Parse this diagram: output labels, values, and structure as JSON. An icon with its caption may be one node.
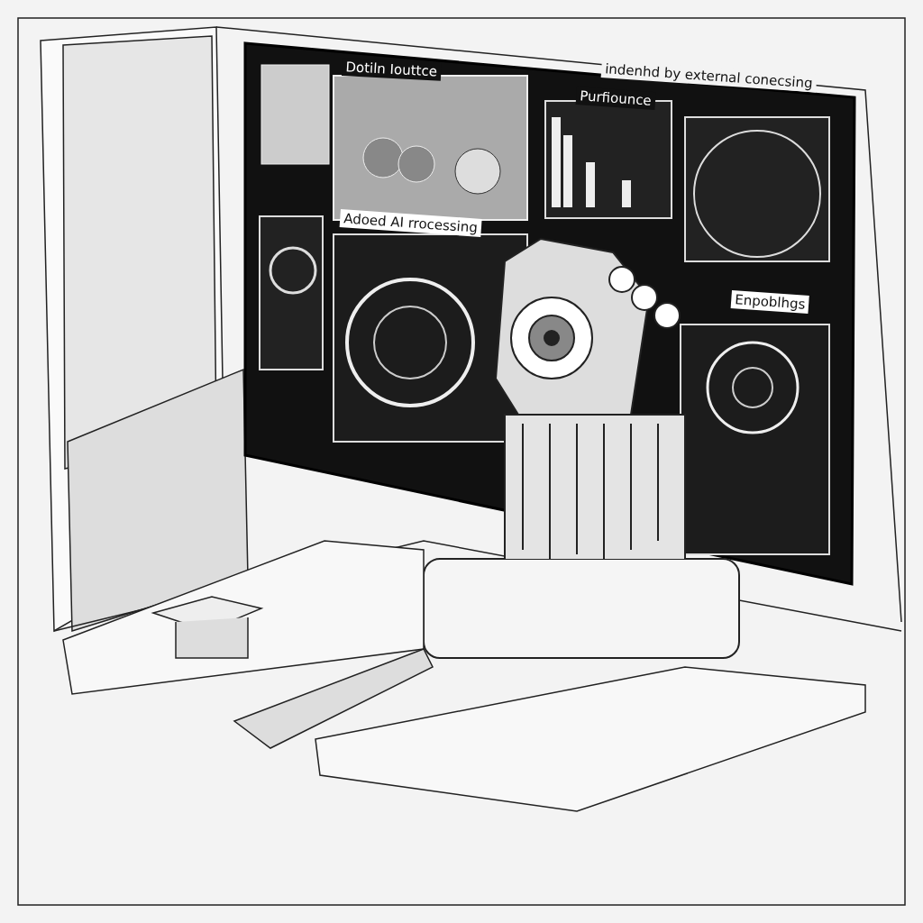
{
  "diagram": {
    "labels": [
      "Dotiln Iouttce",
      "indenhd by external conecsing",
      "Purfiounce",
      "Adoed AI rrocessing",
      "Enpoblhgs"
    ]
  }
}
